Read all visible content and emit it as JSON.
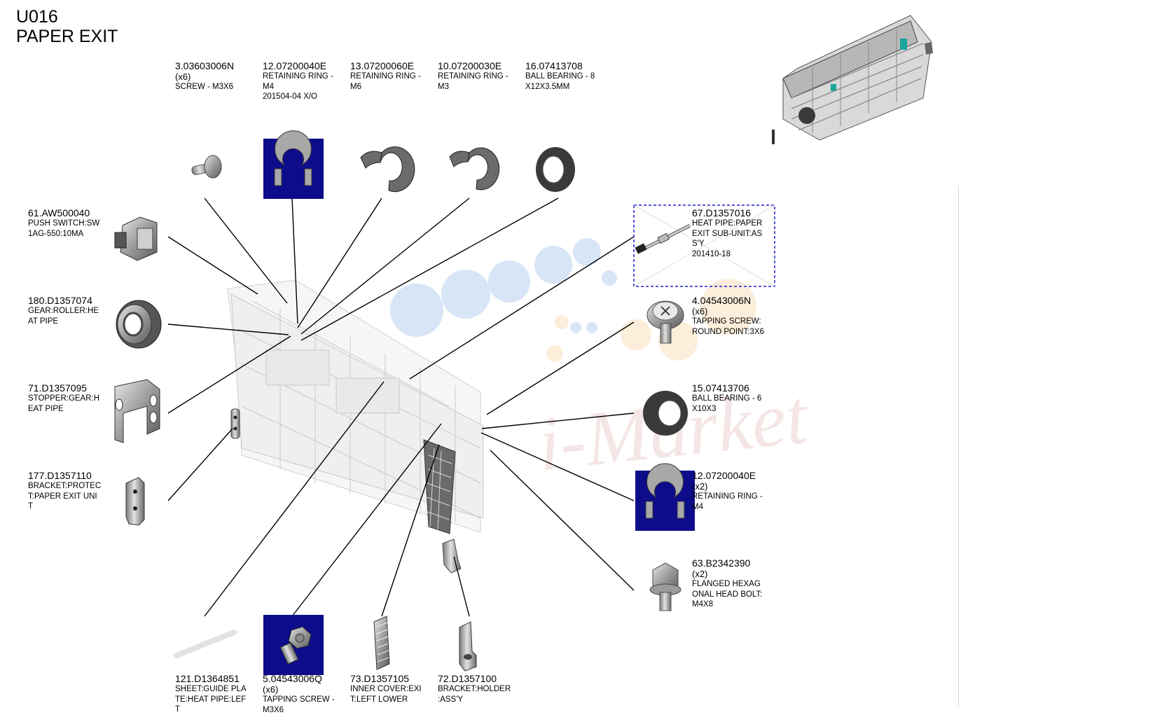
{
  "header": {
    "code": "U016",
    "title": "PAPER EXIT"
  },
  "colors": {
    "highlight_bg": "#0d0d8c",
    "callout_line": "#000000",
    "selection_border": "#1f1fd1"
  },
  "parts": [
    {
      "id": "p3",
      "num": "3.03603006N",
      "qty": "(x6)",
      "desc": "SCREW - M3X6",
      "date": "",
      "icon": "screw-icon"
    },
    {
      "id": "p12a",
      "num": "12.07200040E",
      "qty": "",
      "desc": "RETAINING RING -\nM4",
      "date": "201504-04 X/O",
      "icon": "retaining-ring-icon"
    },
    {
      "id": "p13",
      "num": "13.07200060E",
      "qty": "",
      "desc": "RETAINING RING -\nM6",
      "date": "",
      "icon": "retaining-ring-icon"
    },
    {
      "id": "p10",
      "num": "10.07200030E",
      "qty": "",
      "desc": "RETAINING RING -\nM3",
      "date": "",
      "icon": "retaining-ring-icon"
    },
    {
      "id": "p16",
      "num": "16.07413708",
      "qty": "",
      "desc": "BALL BEARING - 8\nX12X3.5MM",
      "date": "",
      "icon": "bearing-icon"
    },
    {
      "id": "p61",
      "num": "61.AW500040",
      "qty": "",
      "desc": "PUSH SWITCH:SW\n1AG-550:10MA",
      "date": "",
      "icon": "switch-icon"
    },
    {
      "id": "p180",
      "num": "180.D1357074",
      "qty": "",
      "desc": "GEAR:ROLLER:HE\nAT PIPE",
      "date": "",
      "icon": "gear-icon"
    },
    {
      "id": "p71",
      "num": "71.D1357095",
      "qty": "",
      "desc": "STOPPER:GEAR:H\nEAT PIPE",
      "date": "",
      "icon": "bracket-icon"
    },
    {
      "id": "p177",
      "num": "177.D1357110",
      "qty": "",
      "desc": "BRACKET:PROTEC\nT:PAPER EXIT UNI\nT",
      "date": "",
      "icon": "bracket-icon"
    },
    {
      "id": "p67",
      "num": "67.D1357016",
      "qty": "",
      "desc": "HEAT PIPE:PAPER\nEXIT SUB-UNIT:AS\nS'Y",
      "date": "201410-18",
      "icon": "heat-pipe-icon"
    },
    {
      "id": "p4",
      "num": "4.04543006N",
      "qty": "(x6)",
      "desc": "TAPPING SCREW:\nROUND POINT:3X6",
      "date": "",
      "icon": "screw-icon"
    },
    {
      "id": "p15",
      "num": "15.07413706",
      "qty": "",
      "desc": "BALL BEARING - 6\nX10X3",
      "date": "",
      "icon": "bearing-icon"
    },
    {
      "id": "p12b",
      "num": "12.07200040E",
      "qty": "(x2)",
      "desc": "RETAINING RING -\nM4",
      "date": "",
      "icon": "retaining-ring-icon"
    },
    {
      "id": "p63",
      "num": "63.B2342390",
      "qty": "(x2)",
      "desc": "FLANGED HEXAG\nONAL HEAD BOLT:\nM4X8",
      "date": "",
      "icon": "bolt-icon"
    },
    {
      "id": "p121",
      "num": "121.D1364851",
      "qty": "",
      "desc": "SHEET:GUIDE PLA\nTE:HEAT PIPE:LEF\nT",
      "date": "",
      "icon": "sheet-icon"
    },
    {
      "id": "p5",
      "num": "5.04543006Q",
      "qty": "(x6)",
      "desc": "TAPPING SCREW -\n M3X6",
      "date": "",
      "icon": "screw-icon"
    },
    {
      "id": "p73",
      "num": "73.D1357105",
      "qty": "",
      "desc": "INNER COVER:EXI\nT:LEFT LOWER",
      "date": "",
      "icon": "cover-icon"
    },
    {
      "id": "p72",
      "num": "72.D1357100",
      "qty": "",
      "desc": "BRACKET:HOLDER\n:ASS'Y",
      "date": "",
      "icon": "bracket-icon"
    }
  ],
  "watermark": {
    "text": "i-Market"
  }
}
